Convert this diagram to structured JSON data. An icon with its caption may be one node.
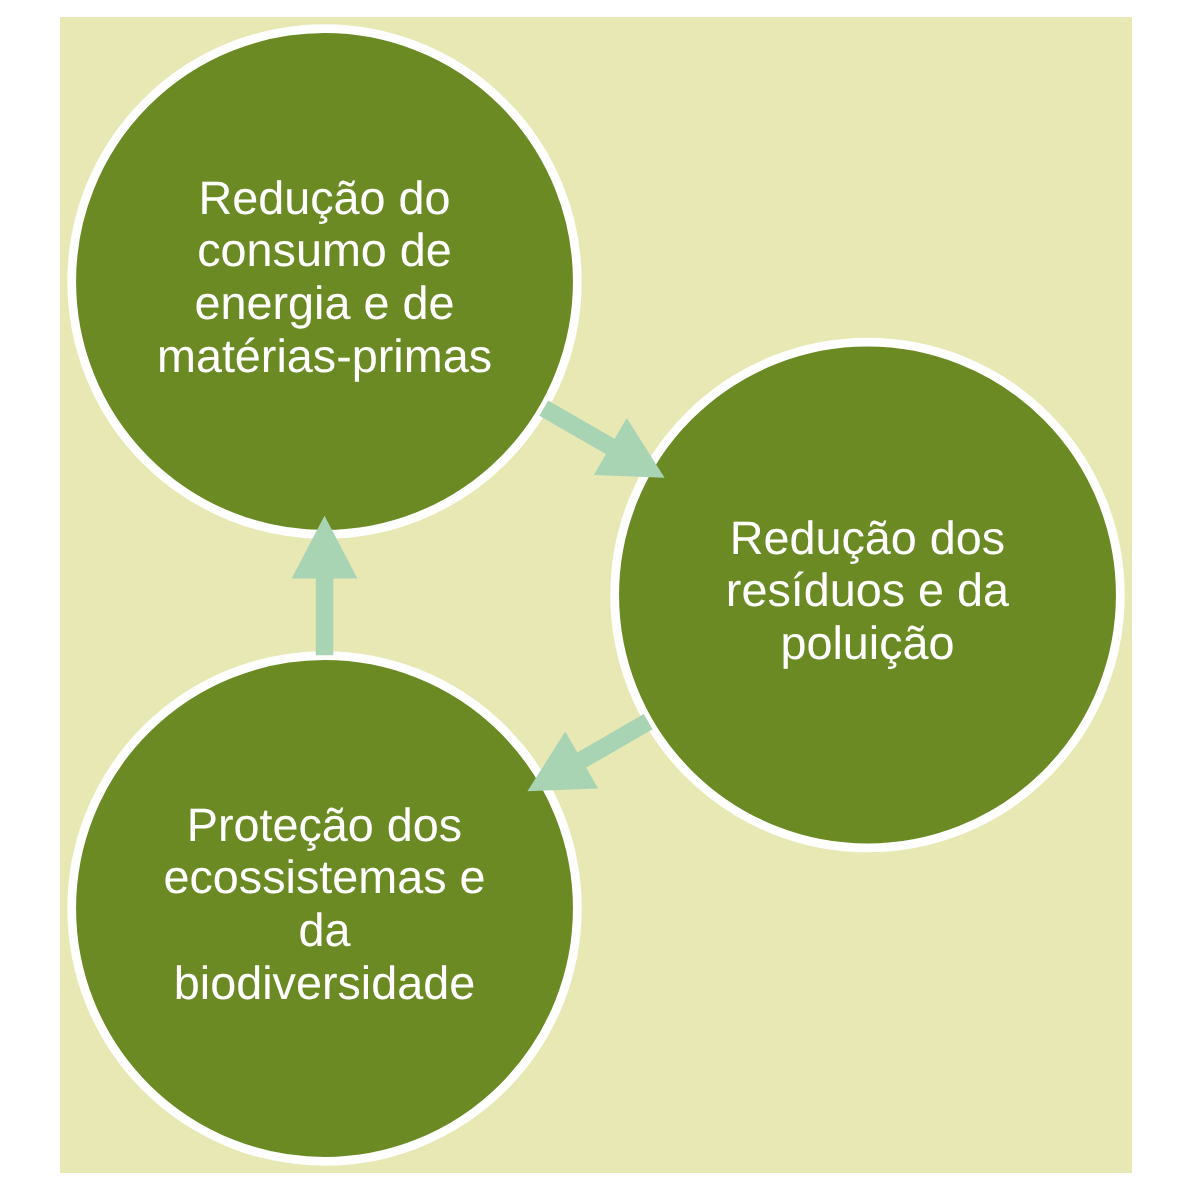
{
  "diagram": {
    "nodes": [
      {
        "text": [
          "Proteção dos ecossistemas e da biodiversidade"
        ]
      },
      {
        "text": [
          "Redução do consumo de energia e de matérias-primas"
        ]
      },
      {
        "text": [
          "Redução dos resíduos e da poluição"
        ]
      }
    ],
    "edges": [
      {
        "from": 0,
        "to": 1,
        "arrow": "to"
      },
      {
        "from": 1,
        "to": 2,
        "arrow": "to"
      },
      {
        "from": 2,
        "to": 0,
        "arrow": "to"
      }
    ]
  }
}
